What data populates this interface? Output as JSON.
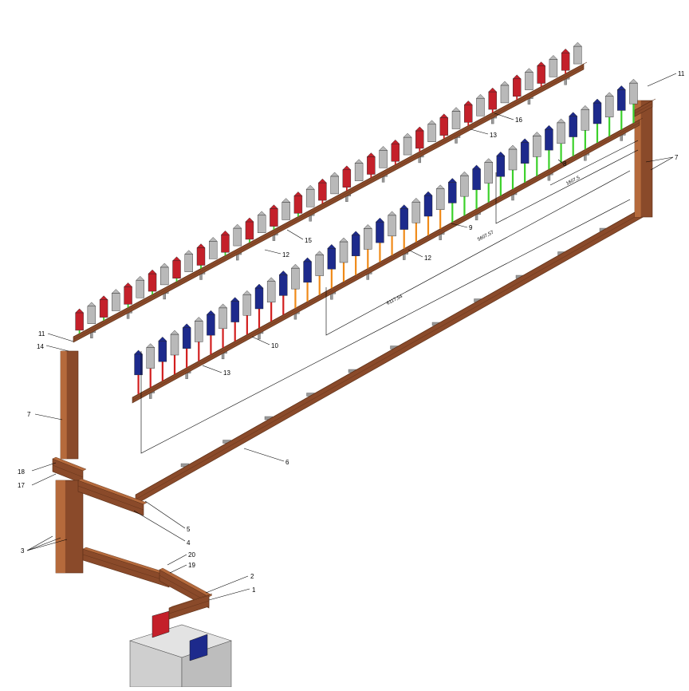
{
  "diagram": {
    "callouts": [
      "1",
      "2",
      "3",
      "4",
      "5",
      "6",
      "7",
      "7",
      "8",
      "9",
      "10",
      "11",
      "11",
      "12",
      "12",
      "13",
      "13",
      "14",
      "15",
      "16",
      "17",
      "18",
      "19",
      "20"
    ],
    "dimensions": [
      "6117,54",
      "5607,57",
      "1607,5"
    ],
    "colors": {
      "tray_face": "#8a4a2a",
      "tray_top": "#b56a3c",
      "tray_dark": "#5a2e16",
      "drop_red": "#d21e1e",
      "drop_orange": "#f08a18",
      "drop_green": "#3bd12a",
      "breaker_red": "#c4202a",
      "breaker_blue": "#1d2a8c",
      "breaker_gray": "#b9b9b9",
      "pedestal": "#d2d2d2",
      "support": "#9a9a9a"
    }
  }
}
